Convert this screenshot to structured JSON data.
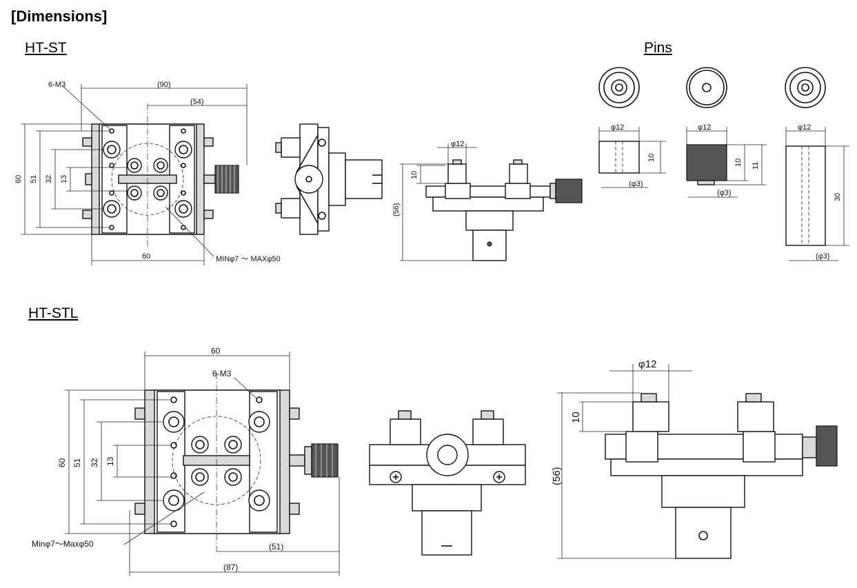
{
  "heading": "[Dimensions]",
  "sections": {
    "ht_st": "HT-ST",
    "pins": "Pins",
    "ht_stl": "HT-STL"
  },
  "ht_st": {
    "tapped_holes": "6-M3",
    "overall_width": "(90)",
    "offset": "(54)",
    "height": "60",
    "h51": "51",
    "h32": "32",
    "h13": "13",
    "base_width": "60",
    "clamp_range": "MINφ7 ～ MAXφ50",
    "pin_dia": "φ12",
    "pin_height": "10",
    "total_height": "(56)"
  },
  "pins": {
    "pin1": {
      "dia": "φ12",
      "height": "10",
      "hole": "(φ3)"
    },
    "pin2": {
      "dia": "φ12",
      "height": "10",
      "height2": "11",
      "hole": "(φ3)"
    },
    "pin3": {
      "dia": "φ12",
      "height": "30",
      "hole": "(φ3)"
    }
  },
  "ht_stl": {
    "base_width": "60",
    "tapped_holes": "6-M3",
    "height": "60",
    "h51": "51",
    "h32": "32",
    "h13": "13",
    "clamp_range": "Minφ7～Maxφ50",
    "offset": "(51)",
    "overall_width": "(87)",
    "pin_dia": "φ12",
    "pin_height": "10",
    "total_height": "(56)"
  }
}
